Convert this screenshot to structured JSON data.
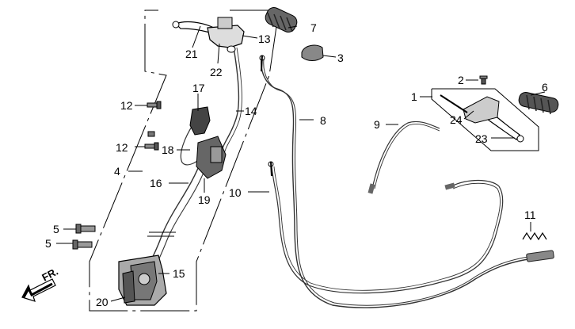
{
  "diagram": {
    "callouts": {
      "c1": "1",
      "c2": "2",
      "c3": "3",
      "c4": "4",
      "c5a": "5",
      "c5b": "5",
      "c6": "6",
      "c7": "7",
      "c8": "8",
      "c9": "9",
      "c10": "10",
      "c11": "11",
      "c12a": "12",
      "c12b": "12",
      "c13": "13",
      "c14": "14",
      "c15": "15",
      "c16": "16",
      "c17": "17",
      "c18": "18",
      "c19": "19",
      "c20": "20",
      "c21": "21",
      "c22": "22",
      "c23": "23",
      "c24": "24"
    },
    "direction_label": "FR."
  }
}
